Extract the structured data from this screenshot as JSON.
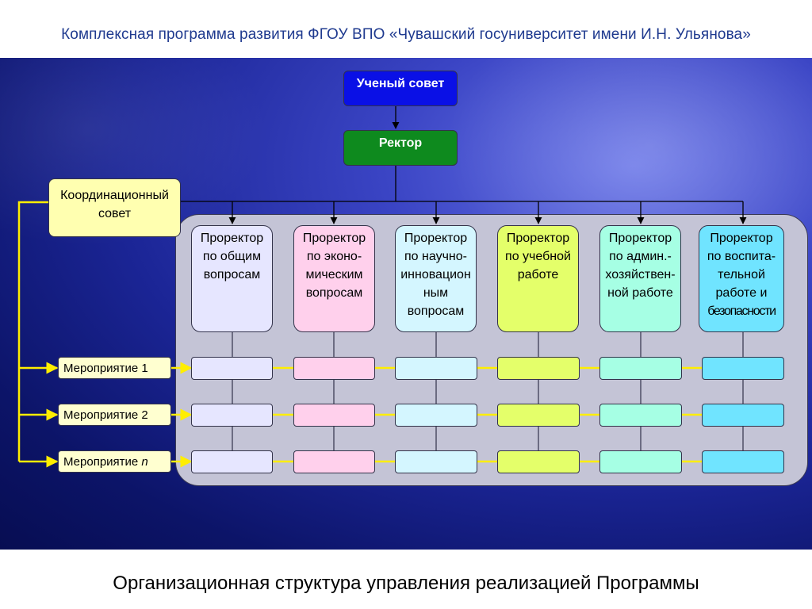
{
  "header": {
    "title": "Комплексная программа развития ФГОУ ВПО «Чувашский госуниверситет имени И.Н. Ульянова»"
  },
  "footer": {
    "caption": "Организационная структура управления реализацией Программы"
  },
  "diagram": {
    "academic_council": "Ученый совет",
    "rector": "Ректор",
    "coordination_council": "Координационный\nсовет",
    "vice_rectors": [
      {
        "label": "Проректор\nпо общим\nвопросам",
        "color": "#e6e6ff"
      },
      {
        "label": "Проректор\nпо эконо-\nмическим\nвопросам",
        "color": "#ffd0ec"
      },
      {
        "label": "Проректор\nпо научно-\nинновацион\nным\nвопросам",
        "color": "#d4f6ff"
      },
      {
        "label": "Проректор\nпо учебной\nработе",
        "color": "#e4ff6a"
      },
      {
        "label": "Проректор\nпо админ.-\nхозяйствен-\nной работе",
        "color": "#a6ffe4"
      },
      {
        "label": "Проректор\nпо воспита-\nтельной\nработе и\nбезопасности",
        "color": "#70e4ff"
      }
    ],
    "tasks": [
      {
        "prefix": "Мероприятие ",
        "suffix": "1"
      },
      {
        "prefix": "Мероприятие ",
        "suffix": "2"
      },
      {
        "prefix": "Мероприятие ",
        "suffix": "n"
      }
    ],
    "colors": {
      "academic_council": "#0a10e6",
      "rector": "#0e8a1e",
      "task_connector": "#ffee00",
      "arrow": "#000000"
    }
  }
}
